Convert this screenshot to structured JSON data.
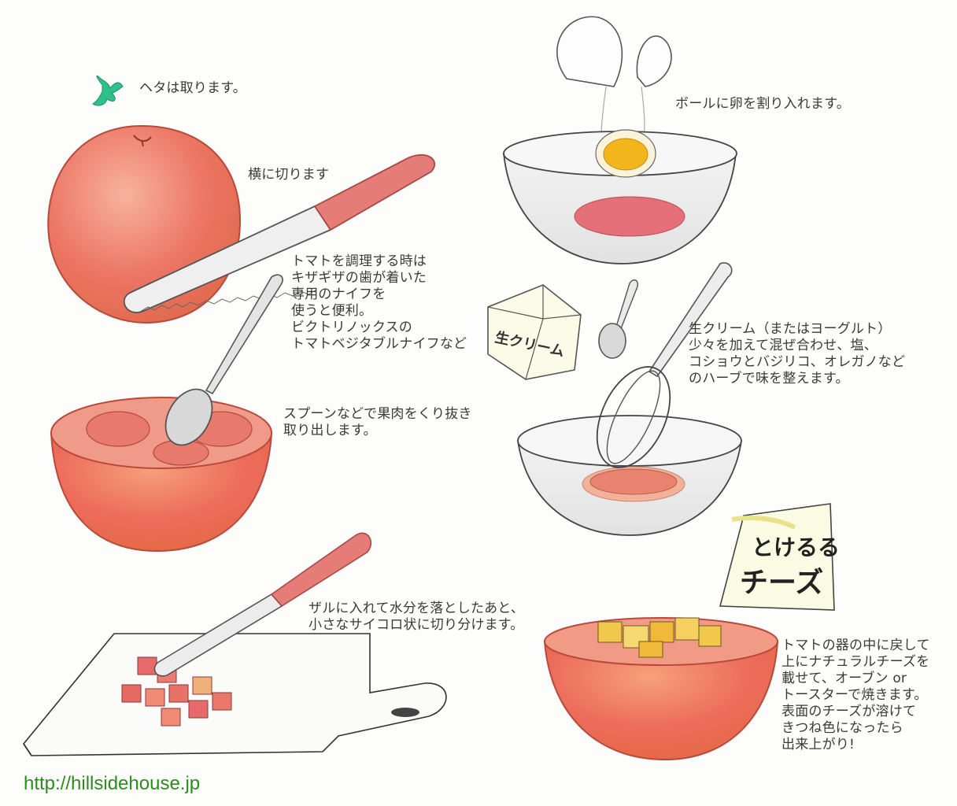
{
  "captions": {
    "heta": "ヘタは取ります。",
    "slice": "横に切ります",
    "knife_tip": "トマトを調理する時は\nキザギザの歯が着いた\n専用のナイフを\n使うと便利。\nビクトリノックスの\nトマトベジタブルナイフなど",
    "scoop": "スプーンなどで果肉をくり抜き\n取り出します。",
    "dice": "ザルに入れて水分を落としたあと、\n小さなサイコロ状に切り分けます。",
    "egg": "ボールに卵を割り入れます。",
    "cream": "生クリーム（またはヨーグルト）\n少々を加えて混ぜ合わせ、塩、\nコショウとバジリコ、オレガノなど\nのハーブで味を整えます。",
    "bake": "トマトの器の中に戻して\n上にナチュラルチーズを\n載せて、オーブン or\nトースターで焼きます。\n表面のチーズが溶けて\nきつね色になったら\n出来上がり!"
  },
  "labels": {
    "cream_carton": "生クリーム",
    "cheese_line1": "とけるる",
    "cheese_line2": "チーズ"
  },
  "footer": {
    "url": "http://hillsidehouse.jp"
  },
  "colors": {
    "tomato": "#e8695e",
    "tomato_light": "#f4a48f",
    "leaf": "#2fbf8a",
    "yolk": "#f2b51c",
    "url_green": "#2e8b1f"
  }
}
